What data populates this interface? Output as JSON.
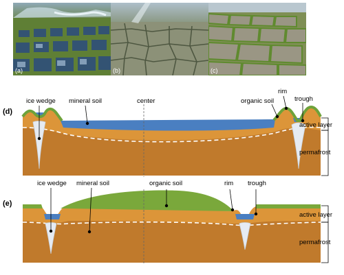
{
  "photos": [
    {
      "label": "(a)"
    },
    {
      "label": "(b)"
    },
    {
      "label": "(c)"
    }
  ],
  "panel_d": {
    "tag": "(d)",
    "ice_wedge": "ice wedge",
    "mineral_soil": "mineral soil",
    "center": "center",
    "organic_soil": "organic soil",
    "rim": "rim",
    "trough": "trough",
    "active_layer": "active layer",
    "permafrost": "permafrost"
  },
  "panel_e": {
    "tag": "(e)",
    "ice_wedge": "ice wedge",
    "mineral_soil": "mineral soil",
    "organic_soil": "organic soil",
    "rim": "rim",
    "trough": "trough",
    "active_layer": "active layer",
    "permafrost": "permafrost"
  },
  "colors": {
    "mineral": "#bf7a2a",
    "mineral_light": "#e39a3c",
    "organic": "#7aa83b",
    "water": "#4a7fc1",
    "ice": "#e4eaf2"
  }
}
